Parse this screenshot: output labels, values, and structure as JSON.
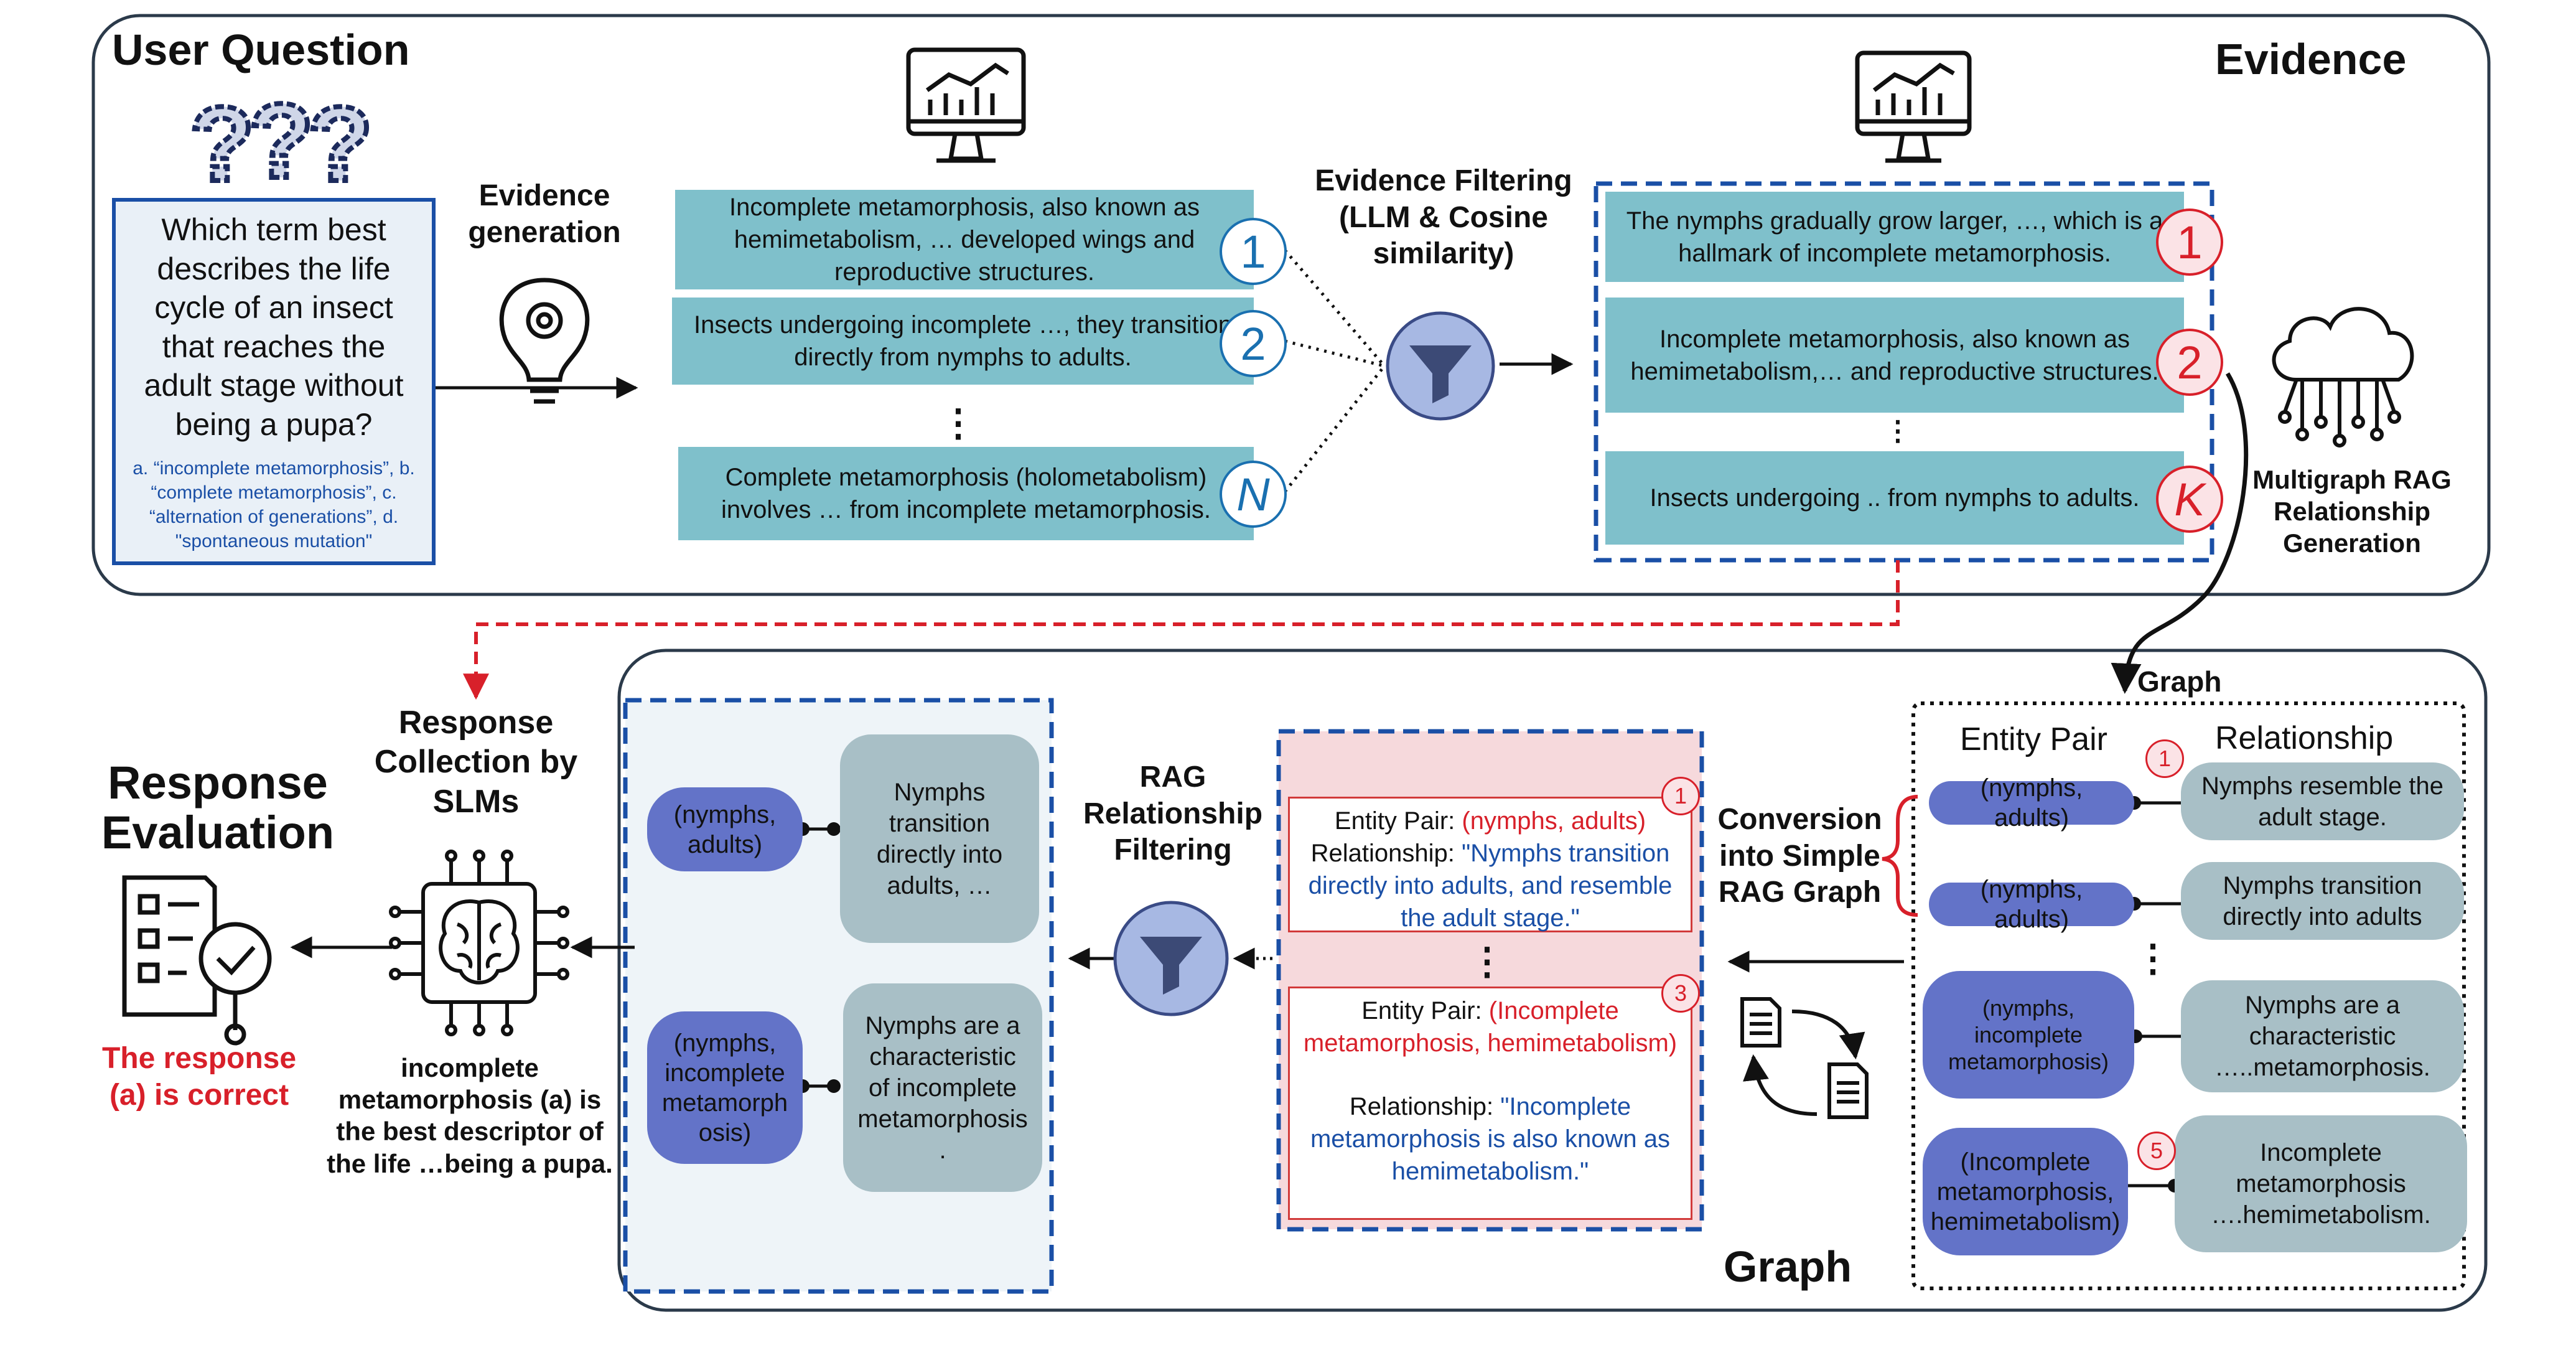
{
  "top_panel": {
    "title": "User Question",
    "evidence_title": "Evidence",
    "question": {
      "text": "Which term best describes the life cycle of an insect that reaches the adult stage without being a pupa?",
      "options": "a. “incomplete metamorphosis”, b. “complete metamorphosis”, c. “alternation of generations”, d. \"spontaneous mutation\""
    },
    "evidence_generation_label": "Evidence generation",
    "generated_evidence": [
      {
        "text": "Incomplete metamorphosis, also known as hemimetabolism, … developed wings and reproductive structures.",
        "badge": "1"
      },
      {
        "text": "Insects undergoing incomplete …, they transition directly from nymphs to adults.",
        "badge": "2"
      },
      {
        "text": "Complete metamorphosis (holometabolism) involves … from incomplete metamorphosis.",
        "badge": "N"
      }
    ],
    "ellipsis": "⋮",
    "filter_label": "Evidence Filtering (LLM & Cosine similarity)",
    "filtered_evidence": [
      {
        "text": "The nymphs gradually grow larger, …, which is a hallmark of incomplete metamorphosis.",
        "badge": "1"
      },
      {
        "text": "Incomplete metamorphosis, also known as hemimetabolism,… and reproductive structures.",
        "badge": "2"
      },
      {
        "text": "Insects undergoing .. from nymphs to adults.",
        "badge": "K"
      }
    ],
    "multigraph_label": "Multigraph RAG Relationship Generation"
  },
  "bottom_panel": {
    "graph_title": "Graph",
    "graph_arrow_label": "Graph",
    "headers": {
      "entity_pair": "Entity Pair",
      "relationship": "Relationship"
    },
    "graph_rows": [
      {
        "entity": "(nymphs, adults)",
        "relationship": "Nymphs resemble the adult stage.",
        "badge": "1"
      },
      {
        "entity": "(nymphs, adults)",
        "relationship": "Nymphs transition directly into adults",
        "badge": ""
      },
      {
        "entity": "(nymphs, incomplete metamorphosis)",
        "relationship": "Nymphs are a characteristic …..metamorphosis.",
        "badge": ""
      },
      {
        "entity": "(Incomplete metamorphosis, hemimetabolism)",
        "relationship": "Incomplete metamorphosis ….hemimetabolism.",
        "badge": "5"
      }
    ],
    "conversion_label": "Conversion into Simple RAG Graph",
    "simple_graph": [
      {
        "badge": "1",
        "entity_prefix": "Entity Pair:",
        "entity_value": "(nymphs, adults)",
        "rel_prefix": "Relationship:",
        "rel_value": "\"Nymphs transition directly into adults, and resemble the adult stage.\""
      },
      {
        "badge": "3",
        "entity_prefix": "Entity Pair:",
        "entity_value": "(Incomplete metamorphosis, hemimetabolism)",
        "rel_prefix": "Relationship:",
        "rel_value": "\"Incomplete metamorphosis is also known as hemimetabolism.\""
      }
    ],
    "rag_filter_label": "RAG Relationship Filtering",
    "filtered_graph": [
      {
        "entity": "(nymphs, adults)",
        "relationship": "Nymphs transition directly into adults, …"
      },
      {
        "entity": "(nymphs, incomplete metamorph osis)",
        "relationship": "Nymphs are a characteristic of incomplete metamorphosis ."
      }
    ]
  },
  "response": {
    "collection_label": "Response Collection by SLMs",
    "slm_answer": "incomplete metamorphosis (a) is the best descriptor of the life …being a pupa.",
    "evaluation_title": "Response Evaluation",
    "verdict": "The response (a) is correct"
  },
  "colors": {
    "teal": "#7fc0cb",
    "entity_blue": "#6373c8",
    "relationship_grey": "#a8bfc6",
    "dashed_blue": "#1a4fa6",
    "accent_red": "#d8202a",
    "pink_band": "#f6d9dc",
    "pale_blue_band": "#eef4f8"
  }
}
